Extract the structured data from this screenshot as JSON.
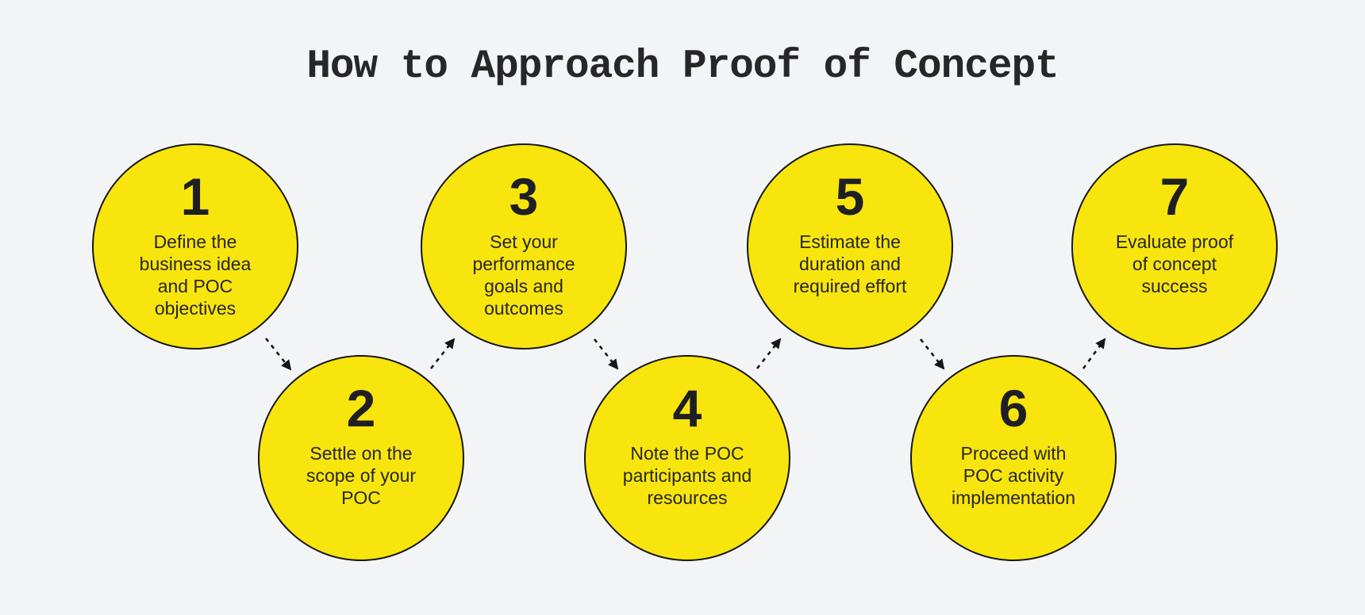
{
  "title": "How to Approach Proof of Concept",
  "colors": {
    "background": "#F3F4F5",
    "circle-fill": "#F8E50D",
    "stroke": "#161617",
    "text": "#26262B",
    "number": "#1F1F23"
  },
  "steps": [
    {
      "number": "1",
      "text": "Define the\nbusiness idea\nand POC\nobjectives"
    },
    {
      "number": "2",
      "text": "Settle on the\nscope of your\nPOC"
    },
    {
      "number": "3",
      "text": "Set your\nperformance\ngoals and\noutcomes"
    },
    {
      "number": "4",
      "text": "Note the POC\nparticipants and\nresources"
    },
    {
      "number": "5",
      "text": "Estimate the\nduration and\nrequired effort"
    },
    {
      "number": "6",
      "text": "Proceed with\nPOC activity\nimplementation"
    },
    {
      "number": "7",
      "text": "Evaluate proof\nof concept\nsuccess"
    }
  ],
  "flow": [
    {
      "from": "1",
      "to": "2"
    },
    {
      "from": "2",
      "to": "3"
    },
    {
      "from": "3",
      "to": "4"
    },
    {
      "from": "4",
      "to": "5"
    },
    {
      "from": "5",
      "to": "6"
    },
    {
      "from": "6",
      "to": "7"
    }
  ]
}
